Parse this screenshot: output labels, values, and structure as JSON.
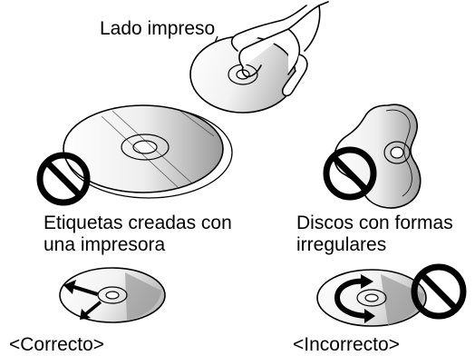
{
  "labels": {
    "printed_side": "Lado impreso",
    "printer_labels_line1": "Etiquetas creadas con",
    "printer_labels_line2": "una impresora",
    "irregular_line1": "Discos con formas",
    "irregular_line2": "irregulares",
    "correct": "<Correcto>",
    "incorrect": "<Incorrecto>"
  },
  "colors": {
    "ink": "#000000",
    "paper": "#ffffff",
    "disc_shade": "#d4d4d4",
    "disc_shade_dark": "#9a9a9a"
  },
  "icons": {
    "prohibited": "no-entry-sign",
    "hand": "hand-holding-disc",
    "wipe_arrows_radial": "radial-arrows",
    "wipe_arrows_circular": "circular-arrows"
  }
}
